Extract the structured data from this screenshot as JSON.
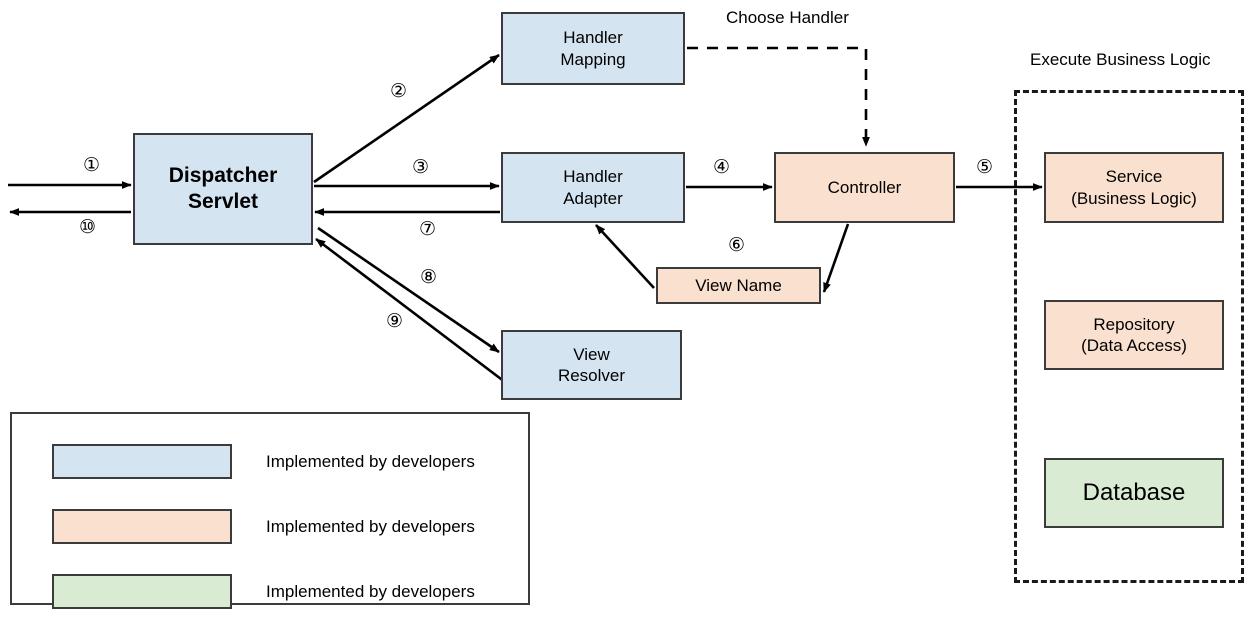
{
  "diagram": {
    "title_hidden": "",
    "nodes": {
      "dispatcher_servlet": "Dispatcher\nServlet",
      "handler_mapping": "Handler\nMapping",
      "handler_adapter": "Handler\nAdapter",
      "controller": "Controller",
      "view_name": "View Name",
      "view_resolver": "View\nResolver",
      "service": "Service\n(Business Logic)",
      "repository": "Repository\n(Data Access)",
      "database": "Database"
    },
    "labels": {
      "choose_handler": "Choose Handler",
      "execute_business_logic": "Execute Business Logic"
    },
    "step_numbers": {
      "s1": "①",
      "s2": "②",
      "s3": "③",
      "s4": "④",
      "s5": "⑤",
      "s6": "⑥",
      "s7": "⑦",
      "s8": "⑧",
      "s9": "⑨",
      "s10": "⑩"
    },
    "legend": {
      "items": [
        {
          "color": "#d5e4f1",
          "label": "Implemented by developers"
        },
        {
          "color": "#fae0ce",
          "label": "Implemented by developers"
        },
        {
          "color": "#d9ebd2",
          "label": "Implemented by developers"
        }
      ]
    },
    "colors": {
      "blue_fill": "#d5e4f1",
      "orange_fill": "#fae0ce",
      "green_fill": "#d9ebd2",
      "stroke": "#3b3b3b",
      "line": "#000000",
      "background": "#ffffff"
    }
  }
}
